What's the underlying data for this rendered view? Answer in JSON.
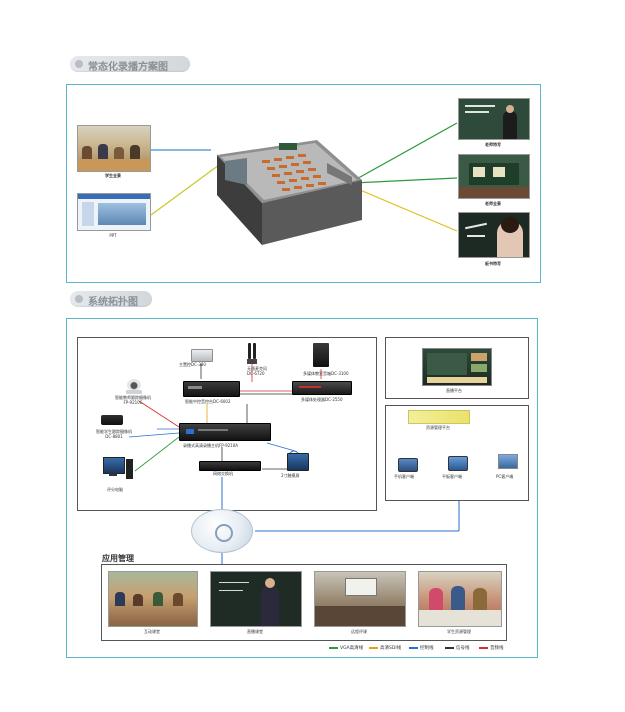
{
  "section1": {
    "title": "常态化录播方案图",
    "labels": {
      "student_pano": "学生全景",
      "ppt": "PPT",
      "teacher_close": "老师特写",
      "teacher_pano": "老师全景",
      "board_close": "板书特写"
    }
  },
  "section2": {
    "title": "系统拓扑图",
    "devices": {
      "mainframe": "主置控DC-380",
      "wireless_mic": "无线麦克风\nDC-6720",
      "multi_encoder": "多媒体教室音箱DC-3100",
      "teacher_tracking_cam": "智能教师跟踪摄像机\nFP-9210C",
      "central_control": "智能中控音控台DC-6002",
      "media_processor": "多媒体处理器DC-2550",
      "student_tracking_cam": "智能学生跟踪摄像机\nDC-8801",
      "recorder": "录播式高清录播主机FP-9210A",
      "pc_recorder": "评分电脑",
      "switch": "网络交换机",
      "touch_screen": "2寸触摸屏",
      "live_platform": "直播平台",
      "resource_platform": "资源管理平台",
      "mobile_client": "手机客户端",
      "tablet_client": "平板客户端",
      "pc_client": "PC客户端"
    },
    "app": {
      "title": "应用管理",
      "items": [
        "互动课堂",
        "直播课堂",
        "远程评课",
        "学生资源管理"
      ]
    },
    "legend": [
      {
        "label": "VGA高清线",
        "color": "#2e9a3a"
      },
      {
        "label": "高清SDI线",
        "color": "#e0a21a"
      },
      {
        "label": "控制线",
        "color": "#2b6fd1"
      },
      {
        "label": "信号线",
        "color": "#333333"
      },
      {
        "label": "音频线",
        "color": "#d23030"
      }
    ]
  }
}
